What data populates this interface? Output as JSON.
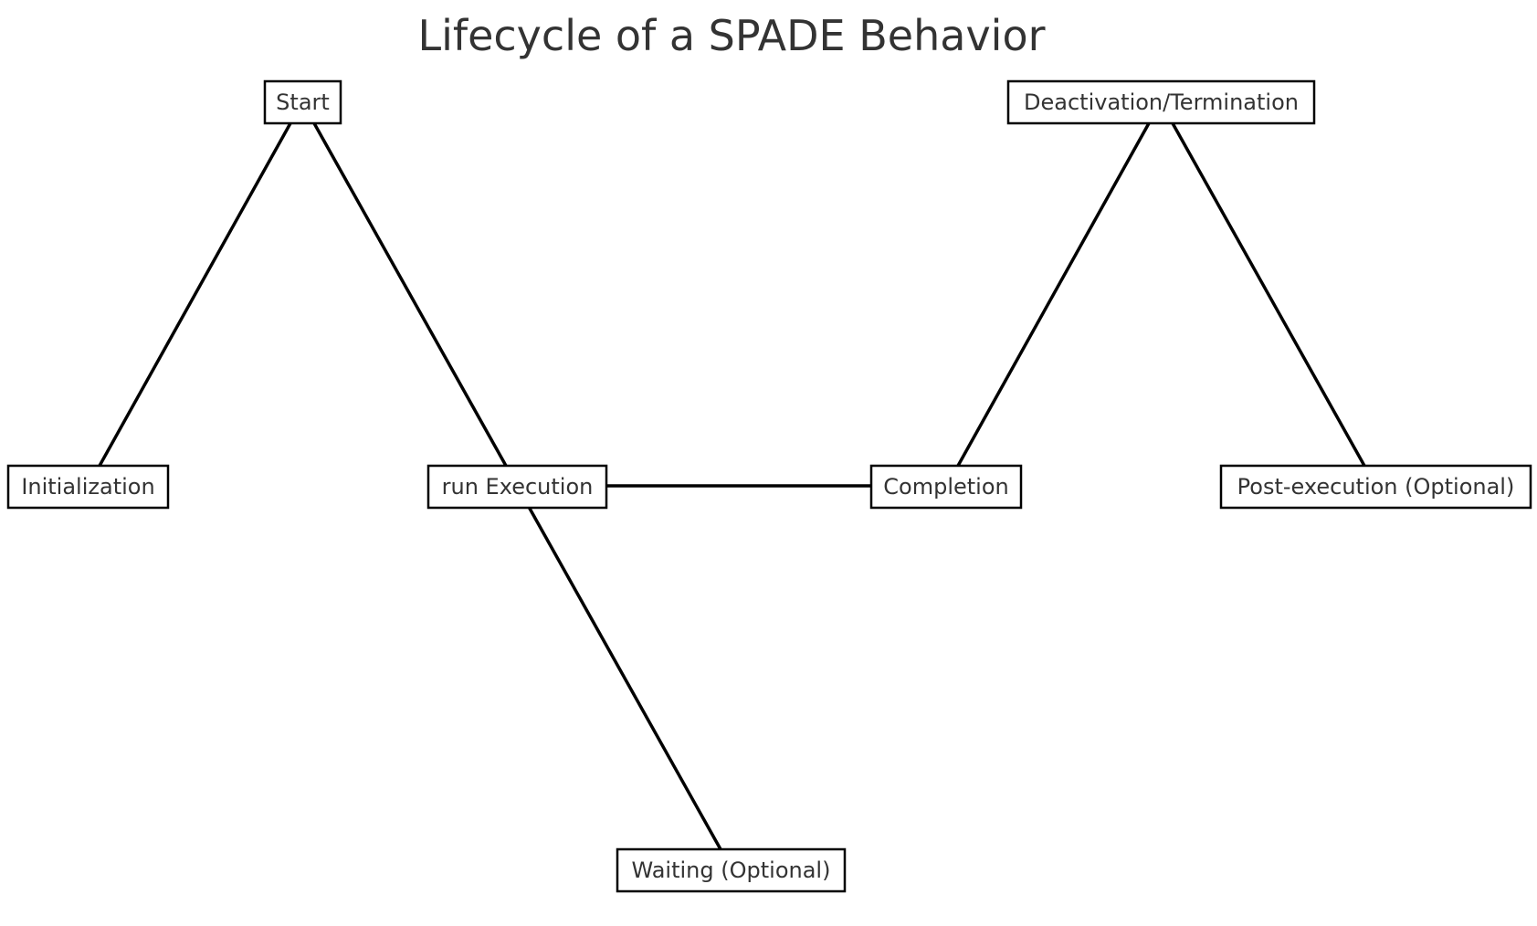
{
  "title": "Lifecycle of a SPADE Behavior",
  "nodes": {
    "start": "Start",
    "initialization": "Initialization",
    "run_execution": "run Execution",
    "waiting": "Waiting (Optional)",
    "completion": "Completion",
    "deactivation": "Deactivation/Termination",
    "post_execution": "Post-execution (Optional)"
  },
  "edges": [
    [
      "start",
      "initialization"
    ],
    [
      "start",
      "run_execution"
    ],
    [
      "run_execution",
      "waiting"
    ],
    [
      "run_execution",
      "completion"
    ],
    [
      "deactivation",
      "completion"
    ],
    [
      "deactivation",
      "post_execution"
    ]
  ],
  "colors": {
    "text": "#333333",
    "stroke": "#000000",
    "background": "#ffffff"
  }
}
